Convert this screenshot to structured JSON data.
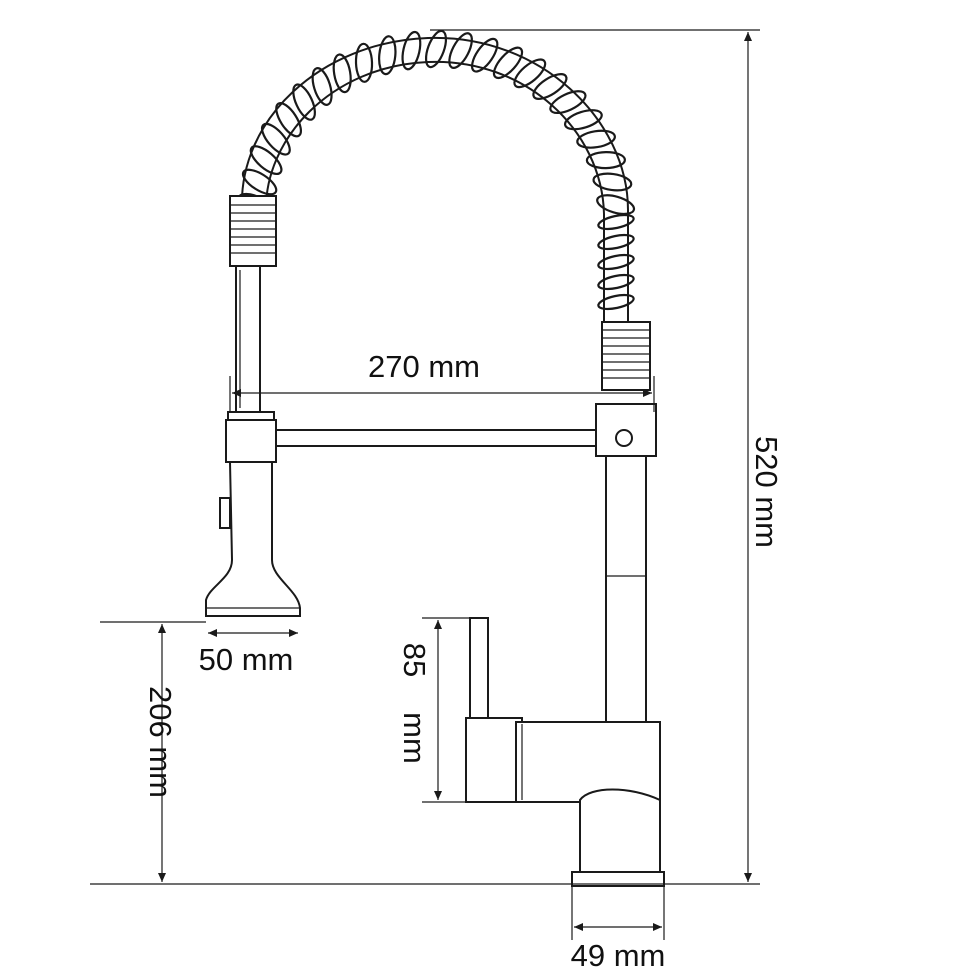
{
  "dimensions": {
    "spout_reach": "270 mm",
    "total_height": "520 mm",
    "spray_head_width": "50 mm",
    "spray_height": "206 mm",
    "handle_height": "85",
    "handle_height_unit": "mm",
    "base_diameter": "49 mm"
  },
  "colors": {
    "line": "#1a1a1a",
    "background": "#ffffff"
  }
}
